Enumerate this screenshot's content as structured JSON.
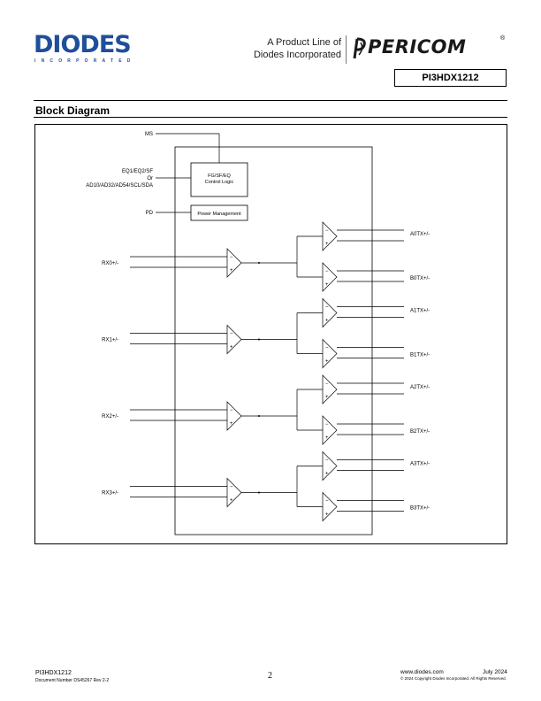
{
  "header": {
    "logo_word": "DIODES",
    "logo_sub": "INCORPORATED",
    "product_line_1": "A Product Line of",
    "product_line_2": "Diodes Incorporated",
    "brand": "PERICOM",
    "part_number": "PI3HDX1212"
  },
  "section_title": "Block Diagram",
  "diagram": {
    "ms_label": "MS",
    "ctrl_input_1": "EQ1/EQ2/SF",
    "ctrl_input_2": "Or",
    "ctrl_input_3": "AD10/AD32/AD54/SCL/SDA",
    "pd_label": "PD",
    "control_logic_line1": "FG/SF/EQ",
    "control_logic_line2": "Control Logic",
    "power_mgmt": "Power Management",
    "rx_labels": [
      "RX0+/-",
      "RX1+/-",
      "RX2+/-",
      "RX3+/-"
    ],
    "tx_labels": [
      "A0TX+/-",
      "B0TX+/-",
      "A1TX+/-",
      "B1TX+/-",
      "A2TX+/-",
      "B2TX+/-",
      "A3TX+/-",
      "B3TX+/-"
    ]
  },
  "footer": {
    "part": "PI3HDX1212",
    "doc_number": "Document Number DS45267 Rev 2-2",
    "page": "2",
    "website": "www.diodes.com",
    "date": "July 2024",
    "copyright": "© 2024 Copyright Diodes Incorporated. All Rights Reserved."
  }
}
